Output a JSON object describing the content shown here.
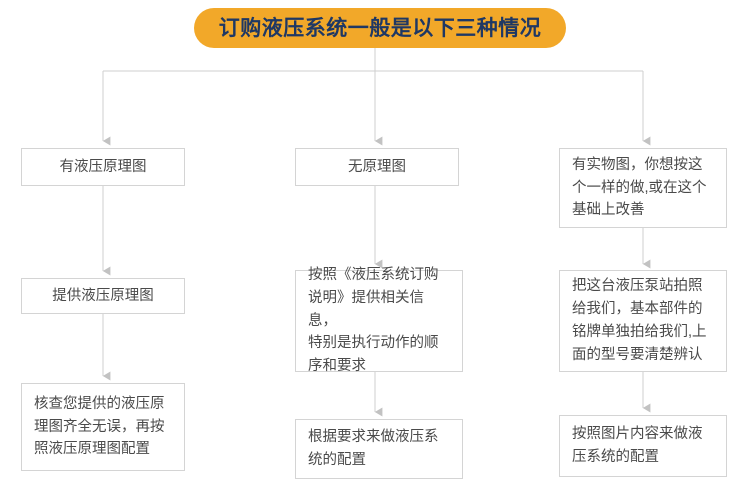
{
  "page": {
    "title": "订购液压系统一般是以下三种情况",
    "background_color": "#ffffff"
  },
  "banner": {
    "label": "订购液压系统一般是以下三种情况",
    "fill_color": "#F2A829",
    "text_color": "#1F3864"
  },
  "style": {
    "box_border_color": "#d4d4d4",
    "box_fill_color": "#ffffff",
    "box_text_color": "#4a4a4a",
    "connector_color": "#c8c8c8"
  },
  "columns": [
    {
      "name": "有液压原理图",
      "nodes": [
        {
          "label": "有液压原理图",
          "align": "center"
        },
        {
          "label": "提供液压原理图",
          "align": "center"
        },
        {
          "label": "核查您提供的液压原\n理图齐全无误，再按\n照液压原理图配置",
          "align": "left"
        }
      ]
    },
    {
      "name": "无原理图",
      "nodes": [
        {
          "label": "无原理图",
          "align": "center"
        },
        {
          "label": "按照《液压系统订购\n说明》提供相关信息，\n特别是执行动作的顺\n序和要求",
          "align": "left"
        },
        {
          "label": "根据要求来做液压系\n统的配置",
          "align": "left"
        }
      ]
    },
    {
      "name": "有实物图",
      "nodes": [
        {
          "label": "有实物图，你想按这\n个一样的做,或在这个\n基础上改善",
          "align": "left"
        },
        {
          "label": "把这台液压泵站拍照\n给我们，基本部件的\n铭牌单独拍给我们,上\n面的型号要清楚辨认",
          "align": "left"
        },
        {
          "label": "按照图片内容来做液\n压系统的配置",
          "align": "left"
        }
      ]
    }
  ]
}
